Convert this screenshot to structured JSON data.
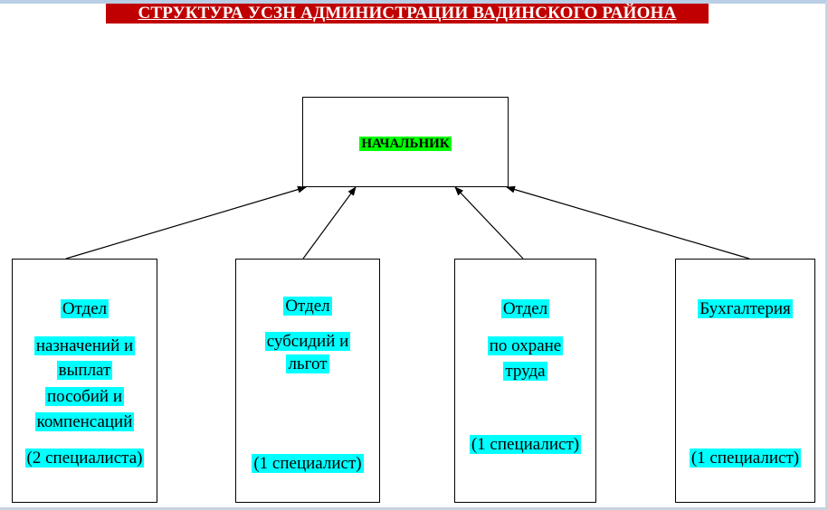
{
  "title": "СТРУКТУРА УСЗН АДМИНИСТРАЦИИ ВАДИНСКОГО РАЙОНА",
  "head": {
    "label": "НАЧАЛЬНИК"
  },
  "departments": [
    {
      "lines": [
        "Отдел",
        "назначений и",
        "выплат",
        "пособий и",
        "компенсаций",
        "(2 специалиста)"
      ]
    },
    {
      "lines": [
        "Отдел",
        "субсидий и",
        "льгот",
        "(1 специалист)"
      ]
    },
    {
      "lines": [
        "Отдел",
        "по охране",
        "труда",
        "(1 специалист)"
      ]
    },
    {
      "lines": [
        "Бухгалтерия",
        "(1 специалист)"
      ]
    }
  ],
  "colors": {
    "title_bg": "#c00000",
    "head_highlight": "#00ff00",
    "text_highlight": "#00ffff"
  }
}
